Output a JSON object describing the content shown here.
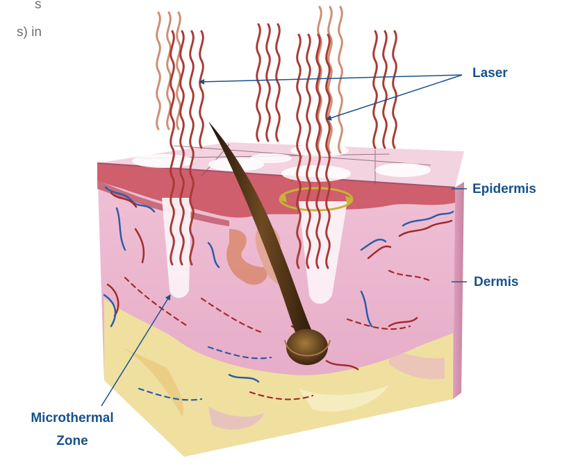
{
  "text_fragments": {
    "line1": "s",
    "line2": "s) in"
  },
  "labels": {
    "laser": "Laser",
    "epidermis": "Epidermis",
    "dermis": "Dermis",
    "microthermal_line1": "Microthermal",
    "microthermal_line2": "Zone"
  },
  "colors": {
    "label": "#17518a",
    "laser_wave": "#a83b36",
    "laser_wave_light": "#cf8e73",
    "epidermis": "#cf5f6c",
    "dermis": "#eab3cc",
    "subcutis": "#efe0a0",
    "hair": "#3c2410"
  }
}
